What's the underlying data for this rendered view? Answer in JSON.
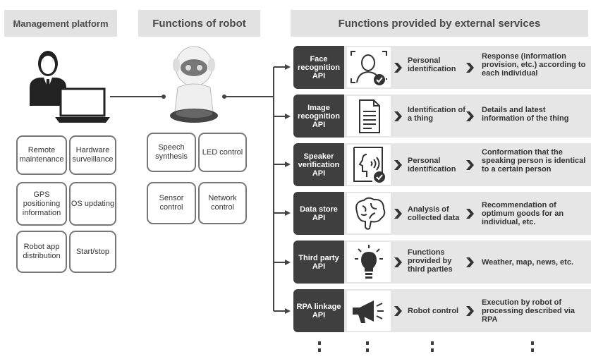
{
  "headers": {
    "management": "Management platform",
    "robot": "Functions of robot",
    "external": "Functions provided by external services"
  },
  "platform_functions": [
    "Remote maintenance",
    "Hardware surveillance",
    "GPS positioning information",
    "OS updating",
    "Robot app distribution",
    "Start/stop"
  ],
  "robot_functions": [
    "Speech synthesis",
    "LED control",
    "Sensor control",
    "Network control"
  ],
  "apis": [
    {
      "label": "Face recognition API",
      "icon": "face-id-icon",
      "step1": "Personal identification",
      "step2": "Response (information provision, etc.) according to each individual"
    },
    {
      "label": "Image recognition API",
      "icon": "document-icon",
      "step1": "Identification of a thing",
      "step2": "Details and latest information of the thing"
    },
    {
      "label": "Speaker verification API",
      "icon": "voice-icon",
      "step1": "Personal identification",
      "step2": "Conformation that the speaking person is identical to a certain person"
    },
    {
      "label": "Data store API",
      "icon": "brain-icon",
      "step1": "Analysis of collected data",
      "step2": "Recommendation of optimum goods for an individual, etc."
    },
    {
      "label": "Third party API",
      "icon": "lightbulb-icon",
      "step1": "Functions provided by third parties",
      "step2": "Weather, map, news, etc."
    },
    {
      "label": "RPA linkage API",
      "icon": "megaphone-icon",
      "step1": "Robot control",
      "step2": "Execution by robot of processing described via RPA"
    }
  ],
  "colors": {
    "api_box": "#3f3f3f",
    "band": "#e6e6e6",
    "header": "#e2e2e2",
    "connector": "#444444"
  }
}
